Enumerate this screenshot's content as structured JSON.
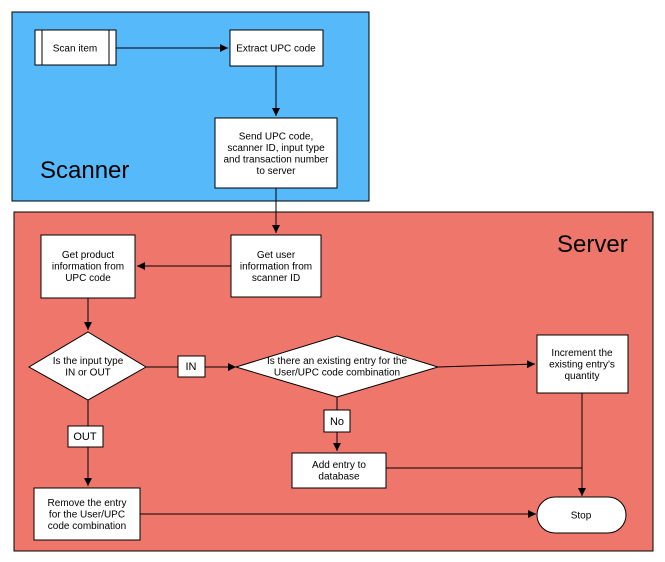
{
  "lanes": {
    "scanner": {
      "title": "Scanner",
      "color": "#56b9fa"
    },
    "server": {
      "title": "Server",
      "color": "#ef766b"
    }
  },
  "nodes": {
    "scan_item": [
      "Scan item"
    ],
    "extract_upc": [
      "Extract UPC code"
    ],
    "send_upc": [
      "Send UPC code,",
      "scanner ID, input type",
      "and transaction number",
      "to server"
    ],
    "get_user": [
      "Get user",
      "information from",
      "scanner ID"
    ],
    "get_product": [
      "Get product",
      "information from",
      "UPC code"
    ],
    "is_input_type": [
      "Is the input type",
      "IN or OUT"
    ],
    "existing_entry": [
      "Is there an existing entry for the",
      "User/UPC code combination"
    ],
    "increment": [
      "Increment the",
      "existing entry's",
      "quantity"
    ],
    "add_entry": [
      "Add entry to",
      "database"
    ],
    "remove_entry": [
      "Remove the entry",
      "for the User/UPC",
      "code combination"
    ],
    "stop": [
      "Stop"
    ]
  },
  "edge_labels": {
    "in": "IN",
    "out": "OUT",
    "no": "No"
  }
}
